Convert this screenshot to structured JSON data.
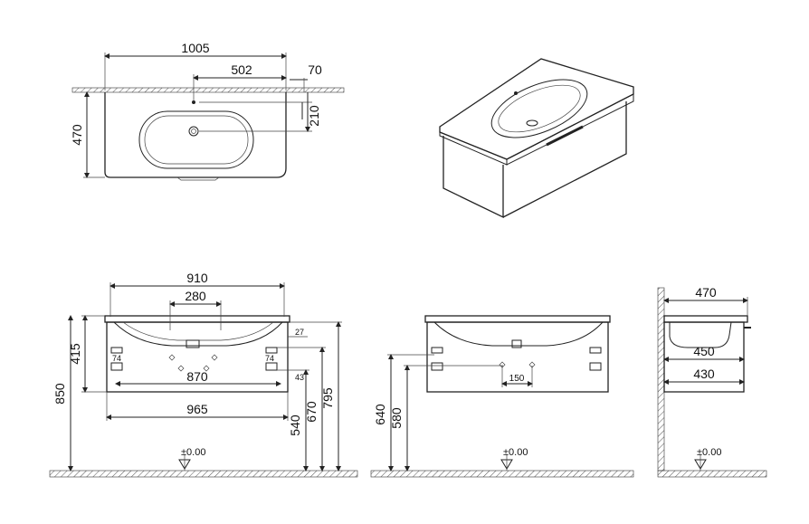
{
  "top_view": {
    "width": "1005",
    "tap_offset": "502",
    "edge_offset": "70",
    "depth": "470",
    "tap_depth": "210"
  },
  "front_view": {
    "bowl_width": "910",
    "bowl_inner": "280",
    "bracket_span": "870",
    "cabinet_width": "965",
    "top_height": "415",
    "total_height": "850",
    "h_540": "540",
    "h_670": "670",
    "h_795": "795",
    "dim_27": "27",
    "dim_74_left": "74",
    "dim_74_right": "74",
    "dim_43": "43"
  },
  "middle_view": {
    "h_640": "640",
    "h_580": "580",
    "dim_150": "150"
  },
  "side_view": {
    "depth": "470",
    "inner_450": "450",
    "inner_430": "430"
  },
  "floor_labels": {
    "left": "±0.00",
    "middle": "±0.00",
    "right": "±0.00"
  },
  "colors": {
    "line": "#222222",
    "hatch": "#555555"
  }
}
